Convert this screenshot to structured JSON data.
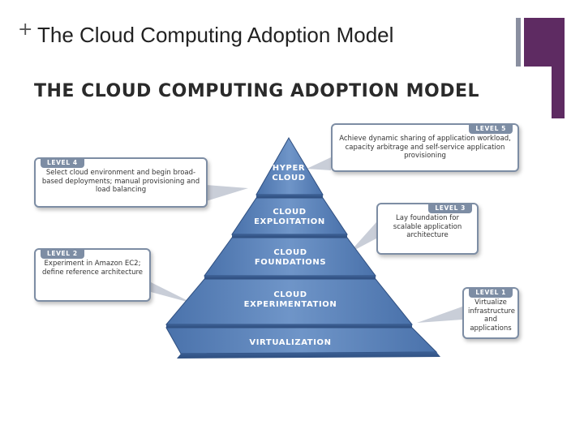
{
  "slide": {
    "plus": "+",
    "title": "The Cloud Computing Adoption Model"
  },
  "diagram": {
    "title": "THE CLOUD COMPUTING ADOPTION MODEL",
    "tiers": [
      {
        "label": "HYPER\nCLOUD"
      },
      {
        "label": "CLOUD\nEXPLOITATION"
      },
      {
        "label": "CLOUD\nFOUNDATIONS"
      },
      {
        "label": "CLOUD\nEXPERIMENTATION"
      },
      {
        "label": "VIRTUALIZATION"
      }
    ],
    "callouts": {
      "level5": {
        "tab": "LEVEL 5",
        "text": "Achieve dynamic sharing of application workload, capacity arbitrage and self-service application provisioning"
      },
      "level4": {
        "tab": "LEVEL 4",
        "text": "Select cloud environment and begin broad-based deployments; manual provisioning and load balancing"
      },
      "level3": {
        "tab": "LEVEL 3",
        "text": "Lay foundation for scalable application architecture"
      },
      "level2": {
        "tab": "LEVEL 2",
        "text": "Experiment in Amazon EC2; define reference architecture"
      },
      "level1": {
        "tab": "LEVEL 1",
        "text": "Virtualize infrastructure and applications"
      }
    },
    "colors": {
      "tier_light": "#6f95c8",
      "tier_dark": "#4a72ab",
      "tier_edge": "#2f4f80",
      "callout_border": "#7d8da4"
    }
  }
}
